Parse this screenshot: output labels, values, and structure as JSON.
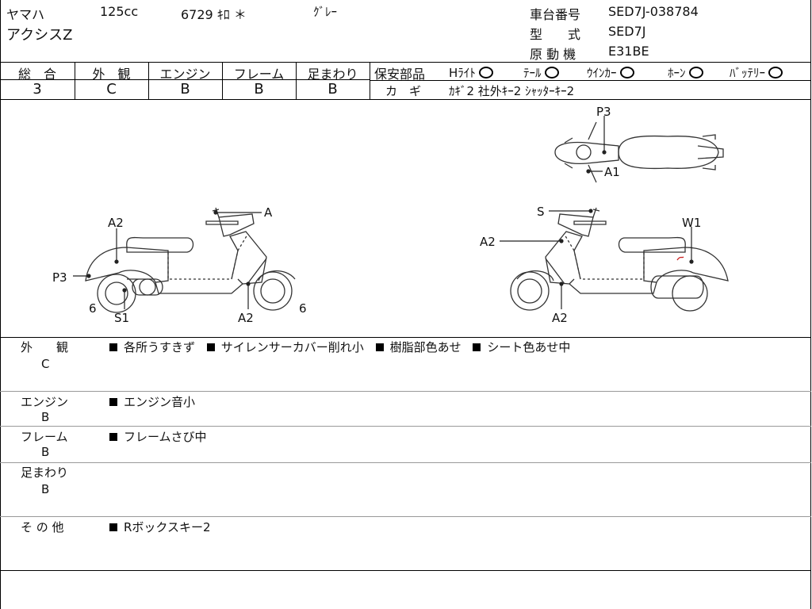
{
  "header": {
    "maker": "ヤマハ",
    "displacement": "125cc",
    "mileage": "6729 ｷﾛ ＊",
    "color": "ｸﾞﾚｰ",
    "model": "アクシスZ",
    "chassis_label": "車台番号",
    "chassis_value": "SED7J-038784",
    "type_label": "型　　式",
    "type_value": "SED7J",
    "engine_label": "原 動 機",
    "engine_value": "E31BE"
  },
  "grades": {
    "headers": [
      "総　合",
      "外　観",
      "エンジン",
      "フレーム",
      "足まわり"
    ],
    "values": [
      "3",
      "C",
      "B",
      "B",
      "B"
    ]
  },
  "safety": {
    "label": "保安部品",
    "items": [
      {
        "name": "Hﾗｲﾄ",
        "mark": "○"
      },
      {
        "name": "ﾃｰﾙ",
        "mark": "○"
      },
      {
        "name": "ｳｲﾝｶｰ",
        "mark": "○"
      },
      {
        "name": "ﾎｰﾝ",
        "mark": "○"
      },
      {
        "name": "ﾊﾞｯﾃﾘｰ",
        "mark": "○"
      }
    ],
    "keys_label": "カ　ギ",
    "keys_value": "ｶｷﾞ2 社外ｷｰ2 ｼｬｯﾀｰｷｰ2"
  },
  "diagram_labels": {
    "left": [
      "A2",
      "A",
      "P3",
      "6",
      "S1",
      "A2",
      "6"
    ],
    "right": [
      "S",
      "A2",
      "W1",
      "A2"
    ],
    "top": [
      "P3",
      "A1"
    ]
  },
  "notes": [
    {
      "label": "外　　観",
      "grade": "C",
      "items": [
        "各所うすきず",
        "サイレンサーカバー削れ小",
        "樹脂部色あせ",
        "シート色あせ中"
      ]
    },
    {
      "label": "エンジン",
      "grade": "B",
      "items": [
        "エンジン音小"
      ]
    },
    {
      "label": "フレーム",
      "grade": "B",
      "items": [
        "フレームさび中"
      ]
    },
    {
      "label": "足まわり",
      "grade": "B",
      "items": []
    },
    {
      "label": "そ の 他",
      "grade": "",
      "items": [
        "Rボックスキー2"
      ]
    }
  ]
}
